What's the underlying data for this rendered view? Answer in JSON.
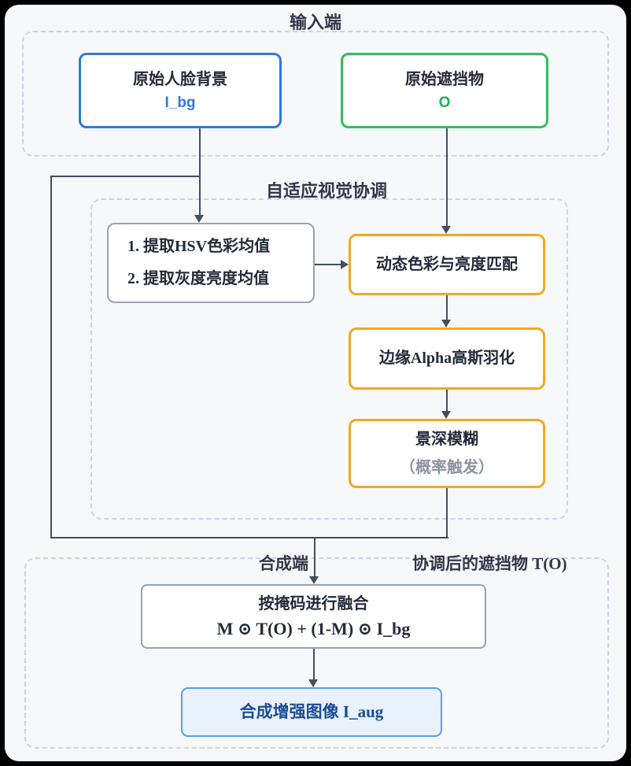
{
  "diagram": {
    "input_section": {
      "title": "输入端"
    },
    "harmonize_section": {
      "title": "自适应视觉协调"
    },
    "synthesis_section": {
      "title": "合成端",
      "output_label": "协调后的遮挡物 T(O)"
    },
    "nodes": {
      "face_background": {
        "title": "原始人脸背景",
        "symbol": "I_bg"
      },
      "occluder": {
        "title": "原始遮挡物",
        "symbol": "O"
      },
      "feature_extract": {
        "step1": "1. 提取HSV色彩均值",
        "step2": "2. 提取灰度亮度均值"
      },
      "color_brightness_match": {
        "title": "动态色彩与亮度匹配"
      },
      "alpha_feather": {
        "title": "边缘Alpha高斯羽化"
      },
      "depth_blur": {
        "title": "景深模糊",
        "note": "（概率触发）"
      },
      "mask_blend": {
        "title": "按掩码进行融合",
        "formula": "M ⊙ T(O) + (1-M) ⊙ I_bg"
      },
      "augmented_result": {
        "title": "合成增强图像 I_aug"
      }
    },
    "colors": {
      "blue_border": "#2f78e0",
      "green_border": "#2ec05f",
      "orange_border": "#f3a81f",
      "gray_border": "#98a1b0",
      "result_border": "#5b9bf0",
      "result_bg": "#e8f1fc",
      "result_text": "#1b4b91",
      "symbol_green": "#1faf54",
      "dark_text": "#232a38",
      "muted_text": "#8a93a3",
      "connector": "#454d5c",
      "dashed_border": "#ccd5e2",
      "panel_bg": "#f6f8fa",
      "frame_bg": "#000000"
    }
  }
}
